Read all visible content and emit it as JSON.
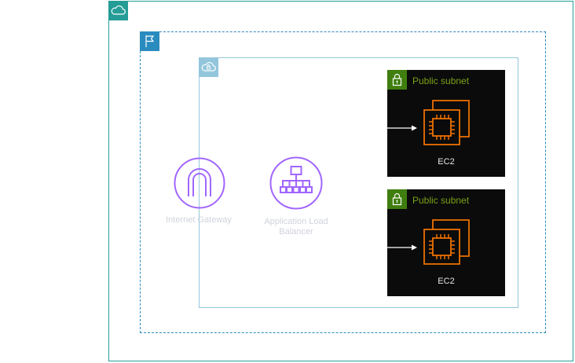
{
  "diagram": {
    "internet_gateway": {
      "label": "Internet Gateway"
    },
    "load_balancer": {
      "label": "Application Load Balancer"
    },
    "subnets": [
      {
        "label": "Public subnet",
        "instance_label": "EC2"
      },
      {
        "label": "Public subnet",
        "instance_label": "EC2"
      }
    ]
  },
  "icons": {
    "cloud": "aws-cloud-icon",
    "region": "region-flag-icon",
    "vpc": "vpc-cloud-icon",
    "subnet": "lock-icon",
    "igw": "internet-gateway-icon",
    "alb": "load-balancer-icon",
    "ec2": "ec2-chip-icon"
  },
  "colors": {
    "aws_cloud": "#259d96",
    "region": "#2a8bbf",
    "vpc": "#93c6dc",
    "subnet_tag": "#3f7e0f",
    "subnet_text": "#7aa116",
    "networking": "#a166ff",
    "compute": "#ed7100"
  }
}
